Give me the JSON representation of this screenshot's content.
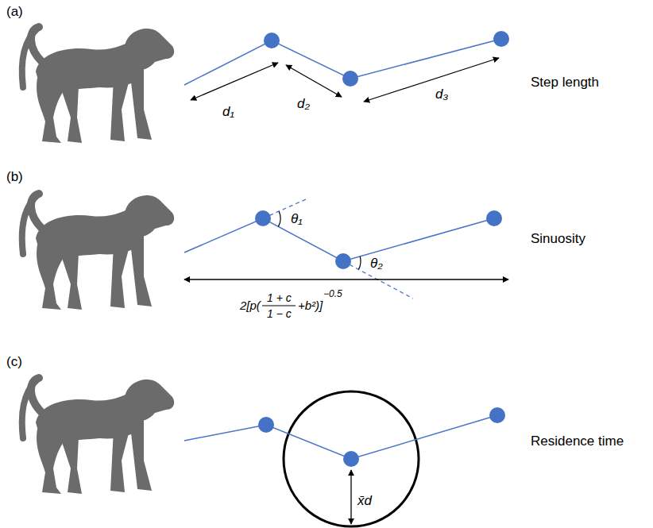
{
  "diagram": {
    "labels": [
      "(a)",
      "Step length",
      "d₁",
      "d₂",
      "d₃",
      "(b)",
      "Sinuosity",
      "θ₁",
      "θ₂",
      "2[p(",
      "1 + c",
      "1 − c",
      "+b²)]",
      "−0.5",
      "(c)",
      "Residence time",
      "x̄d"
    ]
  }
}
